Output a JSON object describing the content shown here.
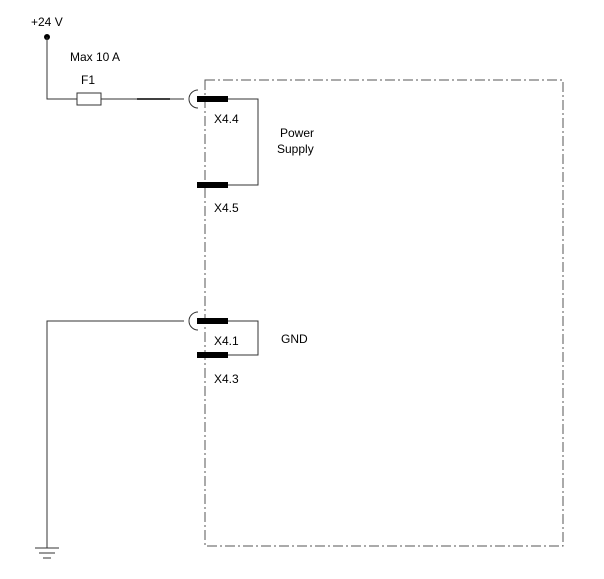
{
  "supply": {
    "voltage_label": "+24 V",
    "current_label": "Max 10 A"
  },
  "fuse": {
    "label": "F1"
  },
  "connectors": {
    "x44": "X4.4",
    "x45": "X4.5",
    "x41": "X4.1",
    "x43": "X4.3"
  },
  "groups": {
    "power_supply_line1": "Power",
    "power_supply_line2": "Supply",
    "gnd": "GND"
  }
}
